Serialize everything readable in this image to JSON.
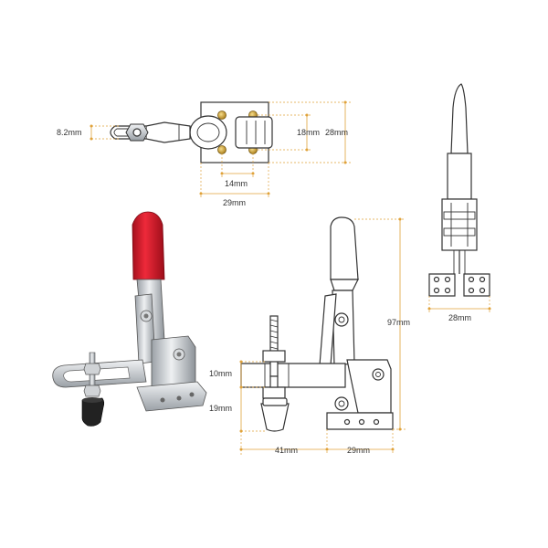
{
  "colors": {
    "dimension": "#e0a23a",
    "outline": "#333333",
    "handle_red": "#d8182a",
    "rubber": "#222222",
    "metal": "#c9cdd2"
  },
  "top_view": {
    "dim_height_small": "8.2mm",
    "dim_holes_vertical": "18mm",
    "dim_base_height": "28mm",
    "dim_holes_horizontal": "14mm",
    "dim_base_width": "29mm"
  },
  "end_view": {
    "dim_base_width": "28mm"
  },
  "side_view": {
    "dim_overall_height": "97mm",
    "dim_bolt_offset": "10mm",
    "dim_spindle_height": "19mm",
    "dim_arm_reach": "41mm",
    "dim_base_length": "29mm"
  }
}
